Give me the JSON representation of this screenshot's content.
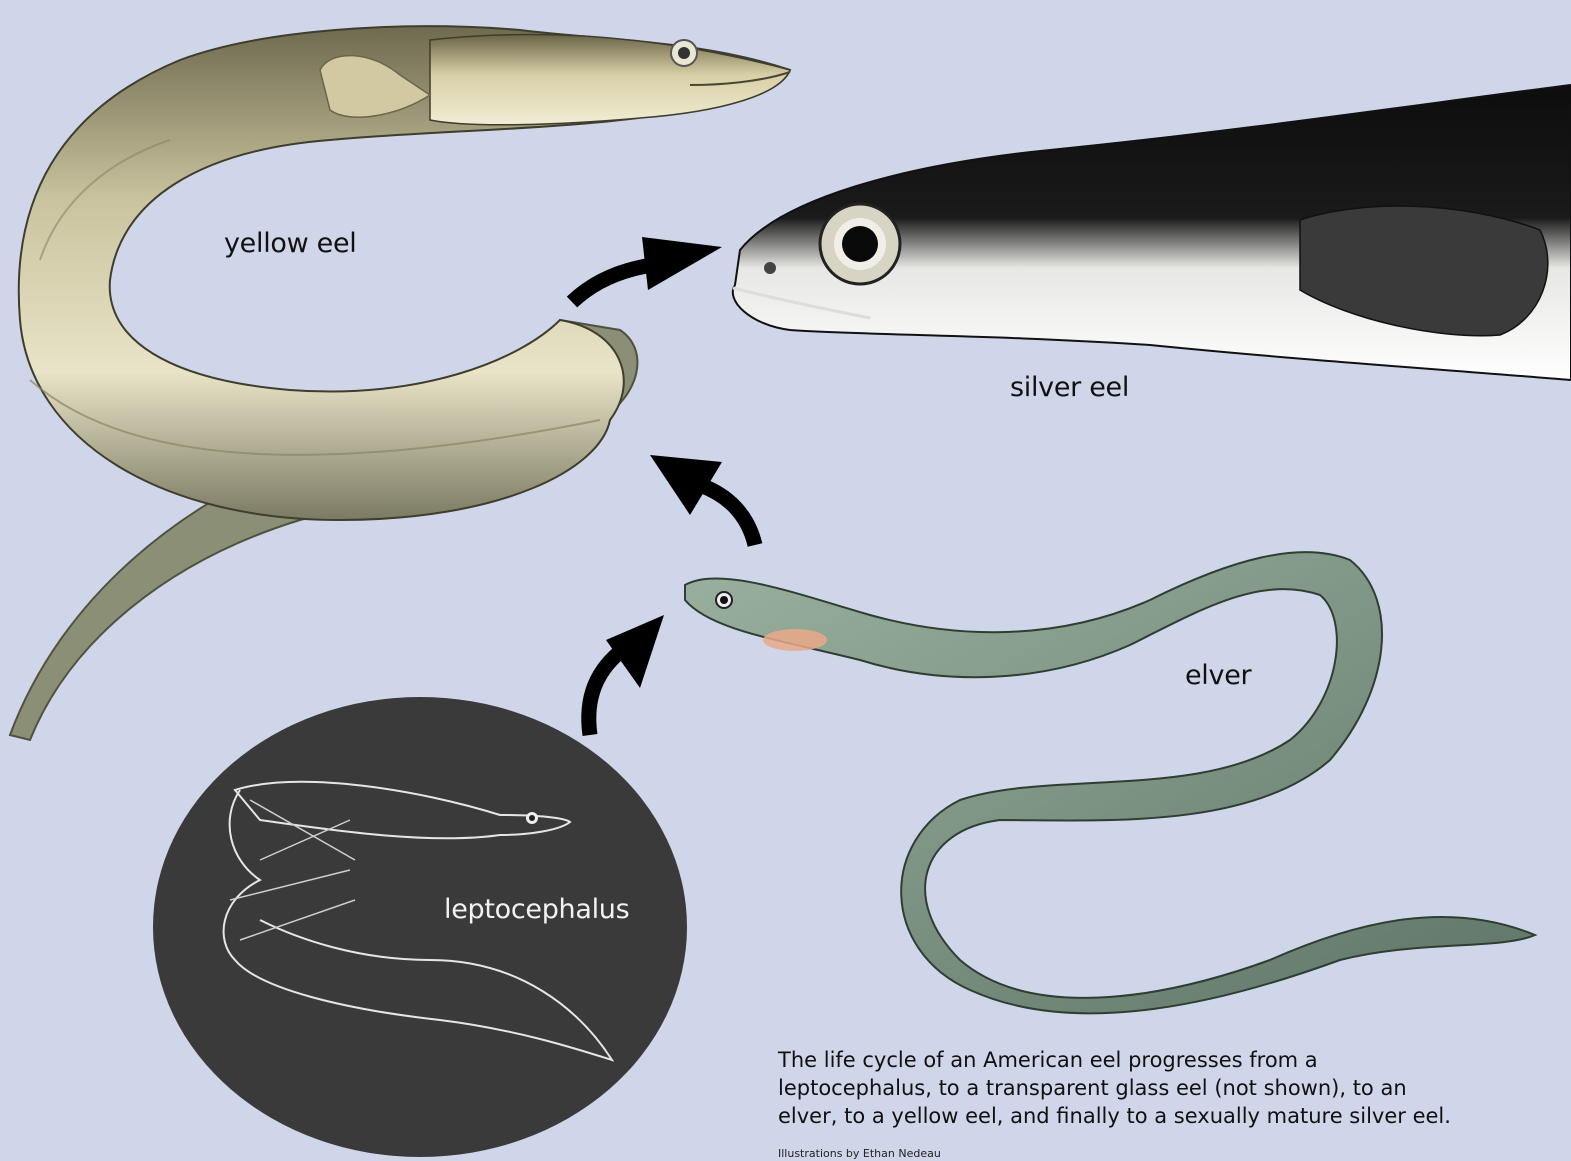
{
  "labels": {
    "yellow": "yellow eel",
    "silver": "silver eel",
    "elver": "elver",
    "lepto": "leptocephalus"
  },
  "caption": "The life cycle of an American eel progresses from a leptocephalus, to a transparent glass eel (not shown), to an elver, to a yellow eel, and finally to a sexually mature silver eel.",
  "credit": "Illustrations by Ethan Nedeau",
  "colors": {
    "background": "#cfd6e9",
    "lepto_disc": "#3a3a3a",
    "arrow": "#000000"
  }
}
